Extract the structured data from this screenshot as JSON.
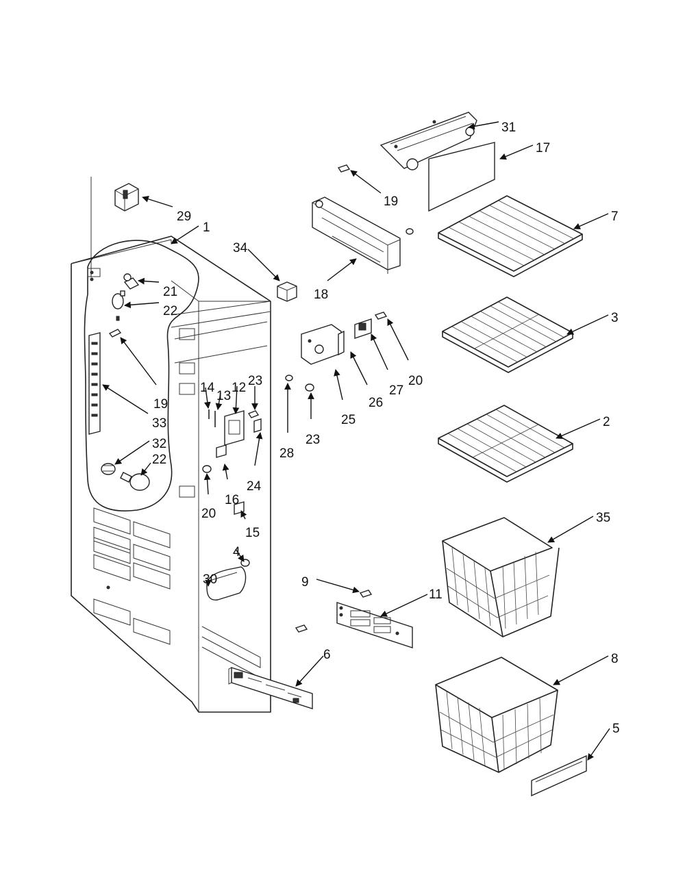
{
  "diagram": {
    "callouts": [
      {
        "id": "1",
        "label": "1"
      },
      {
        "id": "2",
        "label": "2"
      },
      {
        "id": "3",
        "label": "3"
      },
      {
        "id": "4",
        "label": "4"
      },
      {
        "id": "5",
        "label": "5"
      },
      {
        "id": "6",
        "label": "6"
      },
      {
        "id": "7",
        "label": "7"
      },
      {
        "id": "8",
        "label": "8"
      },
      {
        "id": "9",
        "label": "9"
      },
      {
        "id": "11",
        "label": "11"
      },
      {
        "id": "12",
        "label": "12"
      },
      {
        "id": "13",
        "label": "13"
      },
      {
        "id": "14",
        "label": "14"
      },
      {
        "id": "15",
        "label": "15"
      },
      {
        "id": "16",
        "label": "16"
      },
      {
        "id": "17",
        "label": "17"
      },
      {
        "id": "18",
        "label": "18"
      },
      {
        "id": "19a",
        "label": "19"
      },
      {
        "id": "19b",
        "label": "19"
      },
      {
        "id": "20a",
        "label": "20"
      },
      {
        "id": "20b",
        "label": "20"
      },
      {
        "id": "21",
        "label": "21"
      },
      {
        "id": "22a",
        "label": "22"
      },
      {
        "id": "22b",
        "label": "22"
      },
      {
        "id": "23a",
        "label": "23"
      },
      {
        "id": "23b",
        "label": "23"
      },
      {
        "id": "24",
        "label": "24"
      },
      {
        "id": "25",
        "label": "25"
      },
      {
        "id": "26",
        "label": "26"
      },
      {
        "id": "27",
        "label": "27"
      },
      {
        "id": "28",
        "label": "28"
      },
      {
        "id": "29",
        "label": "29"
      },
      {
        "id": "30",
        "label": "30"
      },
      {
        "id": "31",
        "label": "31"
      },
      {
        "id": "32",
        "label": "32"
      },
      {
        "id": "33",
        "label": "33"
      },
      {
        "id": "34",
        "label": "34"
      },
      {
        "id": "35",
        "label": "35"
      }
    ]
  }
}
